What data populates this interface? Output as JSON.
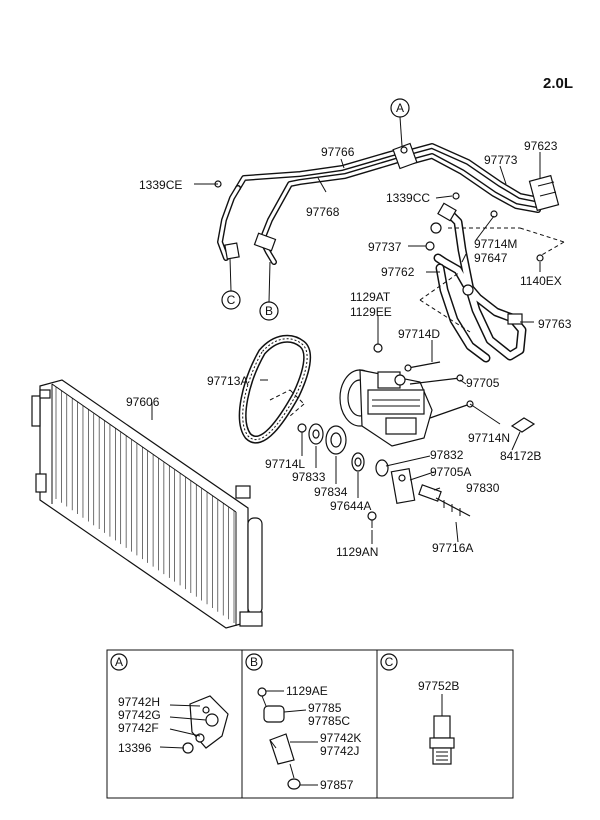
{
  "engine": "2.0L",
  "labels": {
    "l97766": "97766",
    "l97773": "97773",
    "l97623": "97623",
    "l1339CE": "1339CE",
    "l97768": "97768",
    "l1339CC": "1339CC",
    "l97737": "97737",
    "l97714M": "97714M",
    "l97647": "97647",
    "l97762": "97762",
    "l1140EX": "1140EX",
    "l1129AT": "1129AT",
    "l1129EE": "1129EE",
    "l97763": "97763",
    "l97714D": "97714D",
    "l97713A": "97713A",
    "l97705": "97705",
    "l97606": "97606",
    "l97714N": "97714N",
    "l84172B": "84172B",
    "l97714L": "97714L",
    "l97833": "97833",
    "l97832": "97832",
    "l97834": "97834",
    "l97705A": "97705A",
    "l97644A": "97644A",
    "l97830": "97830",
    "l1129AN": "1129AN",
    "l97716A": "97716A"
  },
  "callouts": {
    "a": "A",
    "b": "B",
    "c": "C"
  },
  "detail": {
    "a": {
      "title": "A",
      "l97742H": "97742H",
      "l97742G": "97742G",
      "l97742F": "97742F",
      "l13396": "13396"
    },
    "b": {
      "title": "B",
      "l1129AE": "1129AE",
      "l97785": "97785",
      "l97785C": "97785C",
      "l97742K": "97742K",
      "l97742J": "97742J",
      "l97857": "97857"
    },
    "c": {
      "title": "C",
      "l97752B": "97752B"
    }
  }
}
